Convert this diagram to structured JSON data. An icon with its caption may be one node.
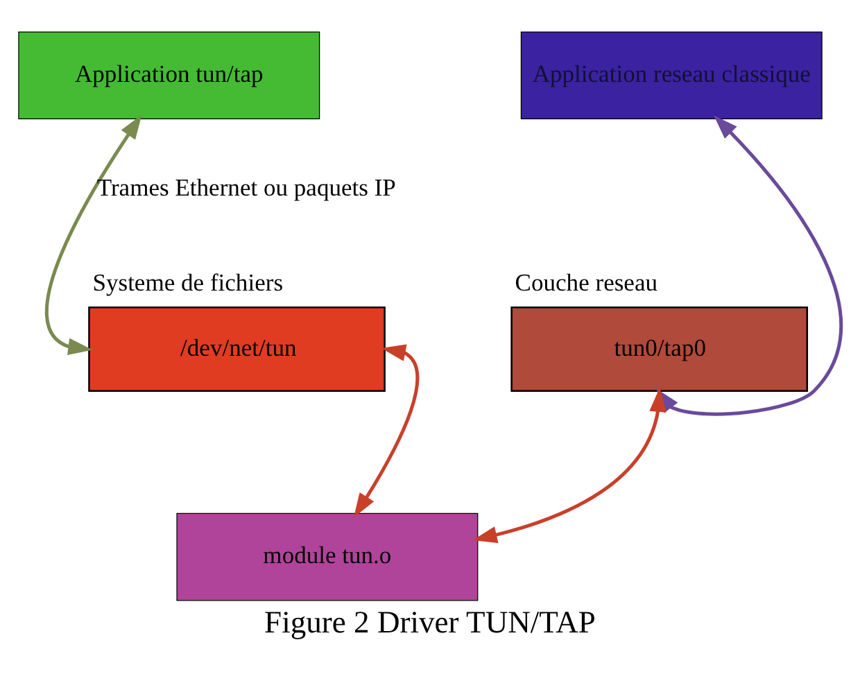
{
  "diagram": {
    "caption": "Figure 2 Driver TUN/TAP",
    "nodes": [
      {
        "text": [
          "Application tun/tap"
        ]
      },
      {
        "text": [
          "Application reseau classique"
        ]
      },
      {
        "text": [
          "/dev/net/tun"
        ],
        "beside": [
          "Systeme de fichiers"
        ]
      },
      {
        "text": [
          "tun0/tap0"
        ],
        "beside": [
          "Couche reseau"
        ]
      },
      {
        "text": [
          "module tun.o"
        ]
      }
    ],
    "edges": [
      {
        "from": 0,
        "to": 2,
        "arrow": "both",
        "label": "Trames Ethernet ou paquets IP",
        "color": "#7a8a50"
      },
      {
        "from": 1,
        "to": 3,
        "arrow": "both",
        "color": "#6a4a9a"
      },
      {
        "from": 4,
        "to": 2,
        "arrow": "both",
        "color": "#c8402a"
      },
      {
        "from": 4,
        "to": 3,
        "arrow": "both",
        "color": "#c8402a"
      }
    ]
  }
}
